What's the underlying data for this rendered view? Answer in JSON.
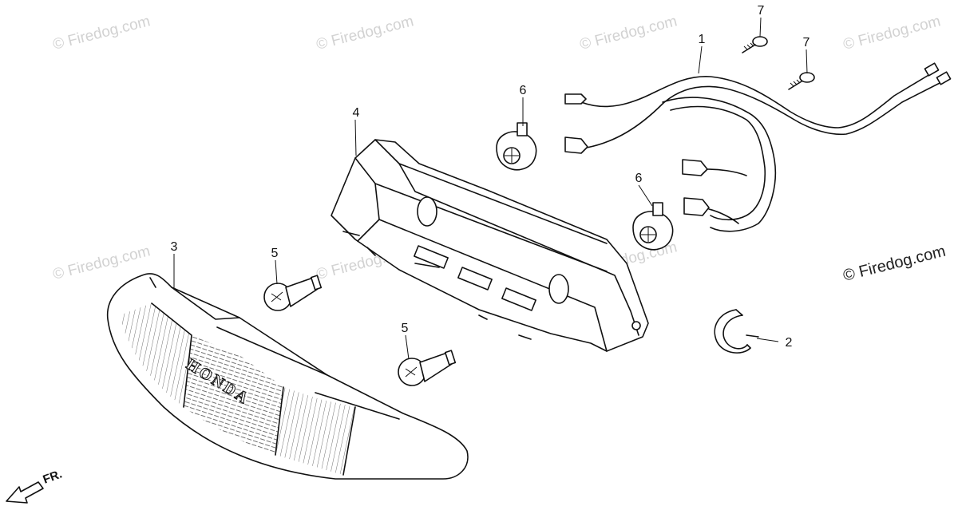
{
  "watermarks": [
    "© Firedog.com",
    "© Firedog.com",
    "© Firedog.com",
    "© Firedog.com",
    "© Firedog.com",
    "© Firedog.com",
    "© Firedog.com"
  ],
  "watermark_main": "© Firedog.com",
  "callouts": {
    "wire_harness": "1",
    "clip": "2",
    "lens": "3",
    "housing": "4",
    "bulb_left": "5",
    "bulb_right": "5",
    "socket_left": "6",
    "socket_right": "6",
    "screw_top": "7",
    "screw_right": "7"
  },
  "lens_brand": "HONDA",
  "front_arrow_label": "FR."
}
